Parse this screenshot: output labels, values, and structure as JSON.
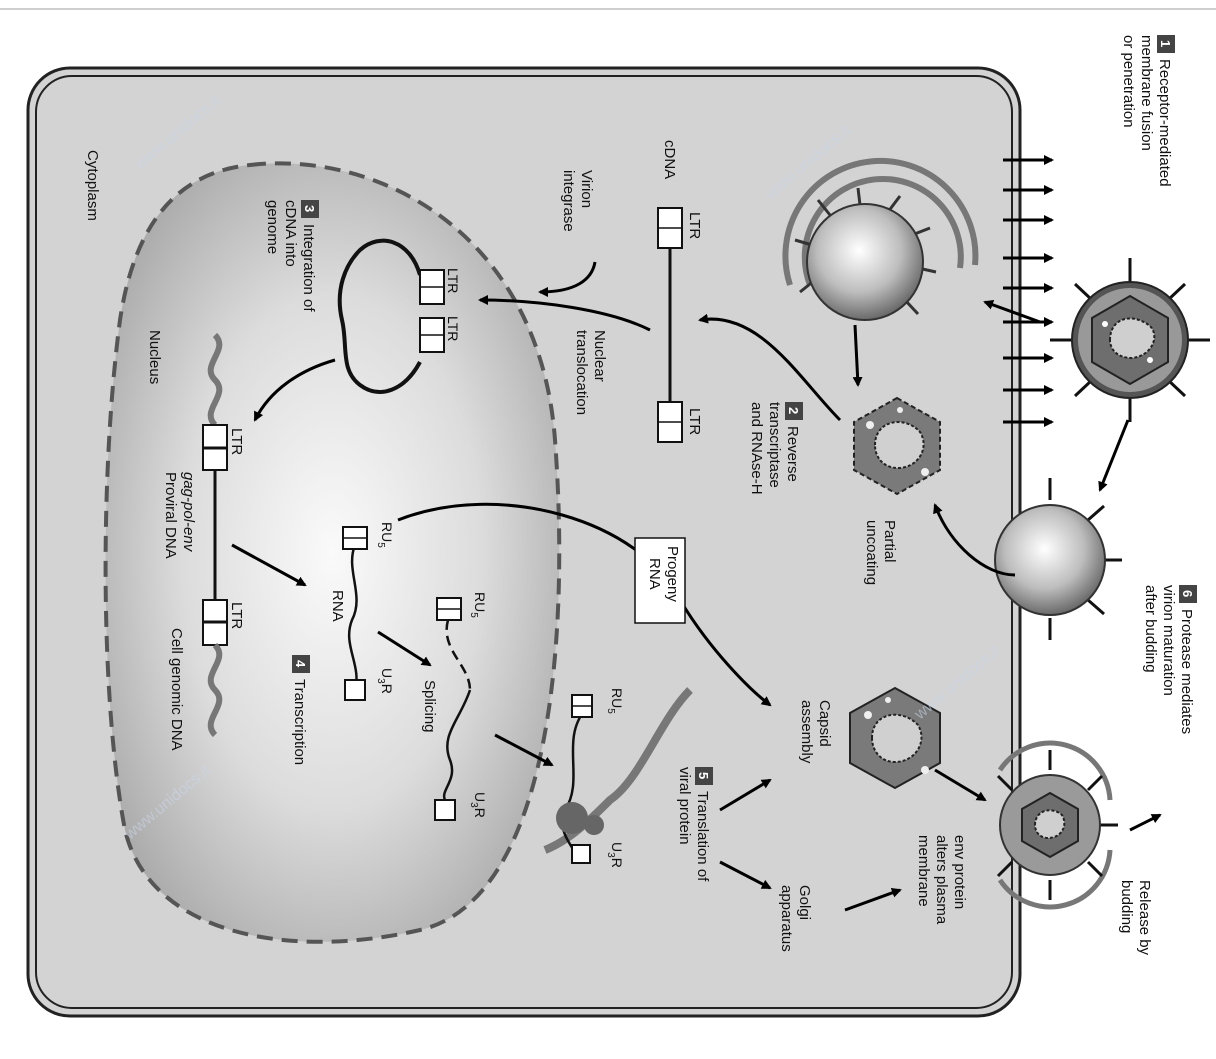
{
  "steps": {
    "s1": {
      "num": "1",
      "line1": "Receptor-mediated",
      "line2": "membrane fusion",
      "line3": "or penetration"
    },
    "s2": {
      "num": "2",
      "line1": "Reverse",
      "line2": "transcriptase",
      "line3": "and RNAse-H"
    },
    "s3": {
      "num": "3",
      "line1": "Integration of",
      "line2": "cDNA into",
      "line3": "genome"
    },
    "s4": {
      "num": "4",
      "line1": "Transcription"
    },
    "s5": {
      "num": "5",
      "line1": "Translation of",
      "line2": "viral protein"
    },
    "s6": {
      "num": "6",
      "line1": "Protease mediates",
      "line2": "virion maturation",
      "line3": "after budding"
    }
  },
  "labels": {
    "cytoplasm": "Cytoplasm",
    "nucleus": "Nucleus",
    "partial_uncoating_1": "Partial",
    "partial_uncoating_2": "uncoating",
    "cdna": "cDNA",
    "ltr": "LTR",
    "virion_integrase_1": "Virion",
    "virion_integrase_2": "integrase",
    "nuclear_translocation_1": "Nuclear",
    "nuclear_translocation_2": "translocation",
    "progeny_rna_1": "Progeny",
    "progeny_rna_2": "RNA",
    "capsid_assembly_1": "Capsid",
    "capsid_assembly_2": "assembly",
    "gag_pol_env": "gag-pol-env",
    "proviral_dna": "Proviral DNA",
    "cell_genomic_dna": "Cell genomic DNA",
    "rna": "RNA",
    "splicing": "Splicing",
    "ru": "RU",
    "ru_sub": "5",
    "u3r_u": "U",
    "u3r_sub": "3",
    "u3r_r": "R",
    "golgi_1": "Golgi",
    "golgi_2": "apparatus",
    "env_1": "env protein",
    "env_2": "alters plasma",
    "env_3": "membrane",
    "release_1": "Release by",
    "release_2": "budding"
  },
  "watermark": "www.unidocs.it"
}
